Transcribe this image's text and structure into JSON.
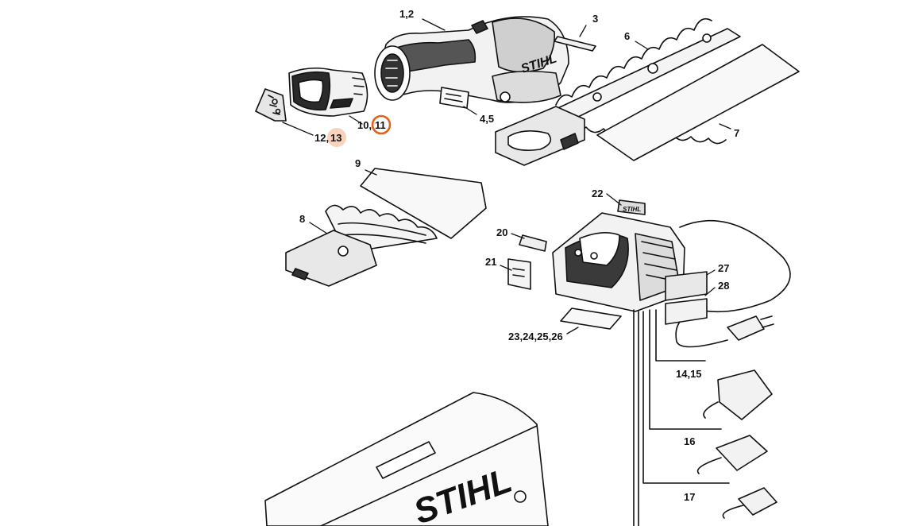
{
  "diagram": {
    "brand_text": "STIHL",
    "highlight_colors": {
      "ring": "#e0621c",
      "soft": "#f7d3bd"
    },
    "callouts": {
      "c1_2": "1,2",
      "c3": "3",
      "c4_5": "4,5",
      "c6": "6",
      "c7": "7",
      "c8": "8",
      "c9": "9",
      "c10": "10,",
      "c11": "11",
      "c12": "12,",
      "c13": "13",
      "c14_15": "14,15",
      "c16": "16",
      "c17": "17",
      "c20": "20",
      "c21": "21",
      "c22": "22",
      "c23_26": "23,24,25,26",
      "c27": "27",
      "c28": "28"
    }
  }
}
